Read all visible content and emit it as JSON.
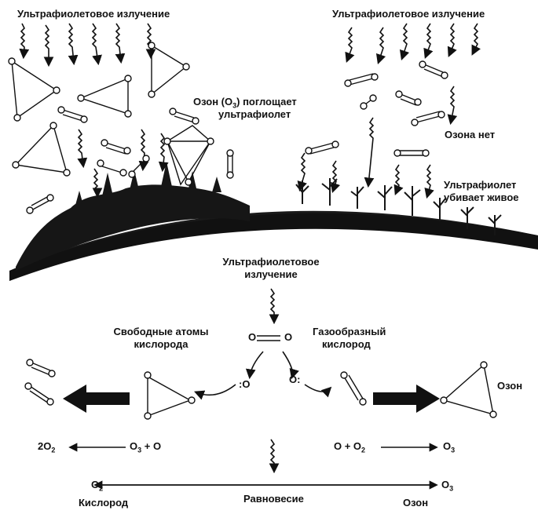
{
  "labels": {
    "uv_top_left": "Ультрафиолетовое излучение",
    "uv_top_right": "Ультрафиолетовое излучение",
    "ozone_absorbs_line1": "Озон (O",
    "ozone_absorbs_sub": "3",
    "ozone_absorbs_line1_end": ") поглощает",
    "ozone_absorbs_line2": "ультрафиолет",
    "no_ozone": "Озона нет",
    "uv_kills_line1": "Ультрафиолет",
    "uv_kills_line2": "убивает живое",
    "uv_center_line1": "Ультрафиолетовое",
    "uv_center_line2": "излучение",
    "free_atoms_line1": "Свободные атомы",
    "free_atoms_line2": "кислорода",
    "gaseous_line1": "Газообразный",
    "gaseous_line2": "кислород",
    "ozone_right": "Озон"
  },
  "equations": {
    "left_product": "2O",
    "left_product_sub": "2",
    "left_reactants_a": "O",
    "left_reactants_sub": "3",
    "left_reactants_b": " + O",
    "right_reactants_a": "O + O",
    "right_reactants_sub": "2",
    "right_product": "O",
    "right_product_sub": "3"
  },
  "equilibrium": {
    "left_symbol": "O",
    "left_symbol_sub": "2",
    "left_name": "Кислород",
    "center": "Равновесие",
    "right_symbol": "O",
    "right_symbol_sub": "3",
    "right_name": "Озон"
  },
  "atom_symbols": {
    "center_o1": "O",
    "center_o2": "O",
    "free_o_left": ":O",
    "free_o_right": "O:"
  }
}
